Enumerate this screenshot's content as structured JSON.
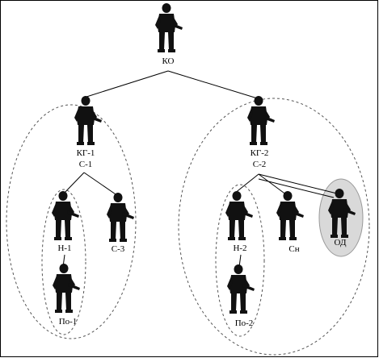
{
  "colors": {
    "background": "#ffffff",
    "frame": "#000000",
    "line": "#000000",
    "dashed_outline": "#555555",
    "soldier": "#111111",
    "od_fill": "#d9d9d9"
  },
  "nodes": {
    "ko": {
      "label": "КО"
    },
    "kg1": {
      "label_line1": "КГ-1",
      "label_line2": "С-1"
    },
    "kg2": {
      "label_line1": "КГ-2",
      "label_line2": "С-2"
    },
    "n1": {
      "label": "Н-1"
    },
    "s3": {
      "label": "С-3"
    },
    "po1": {
      "label": "По-1"
    },
    "n2": {
      "label": "Н-2"
    },
    "sn": {
      "label": "Сн"
    },
    "od": {
      "label": "ОД"
    },
    "po2": {
      "label": "По-2"
    }
  }
}
